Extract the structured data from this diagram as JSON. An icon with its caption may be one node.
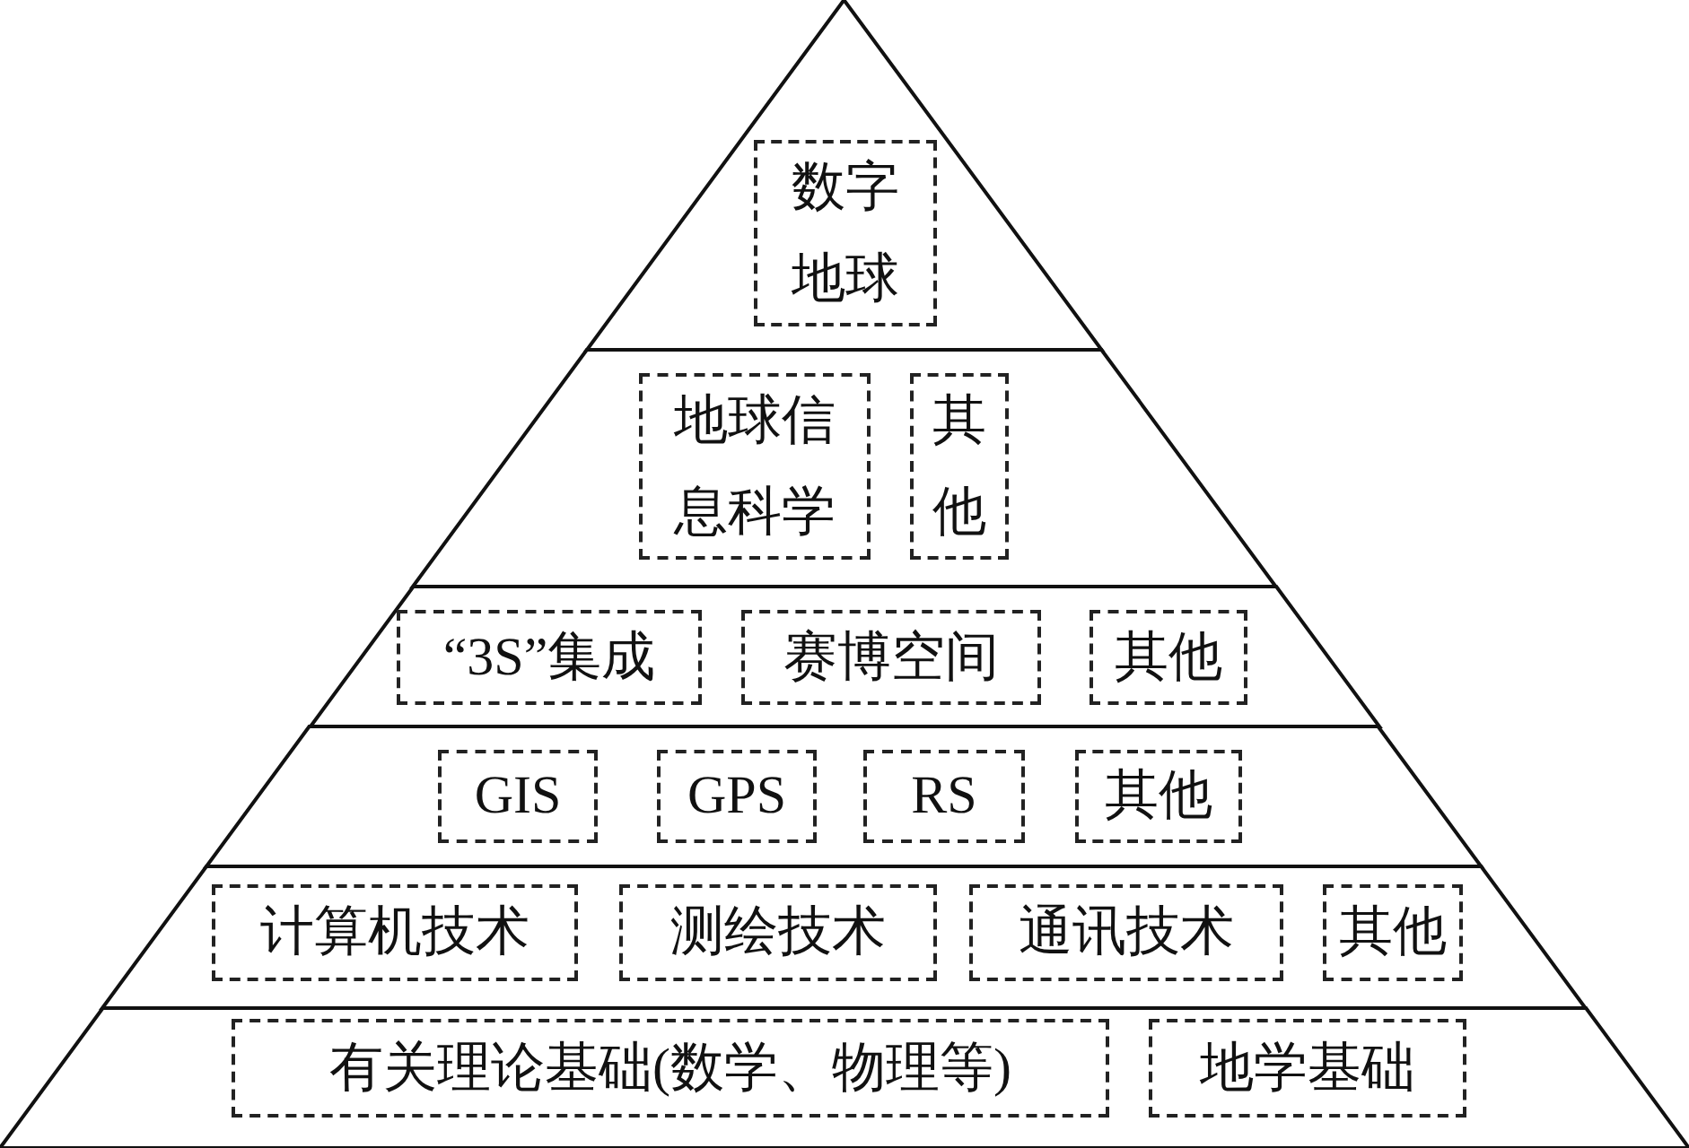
{
  "diagram": {
    "nodes": [
      {
        "text": [],
        "shape": "triangle"
      },
      {
        "text": [
          "数字地球"
        ],
        "in": 0
      },
      {
        "text": [],
        "shape": "band"
      },
      {
        "text": [
          "地球信息科学"
        ],
        "in": 2
      },
      {
        "text": [
          "其他"
        ],
        "in": 2
      },
      {
        "text": [],
        "shape": "band"
      },
      {
        "text": [
          "“3S”集成"
        ],
        "in": 5
      },
      {
        "text": [
          "赛博空间"
        ],
        "in": 5
      },
      {
        "text": [
          "其他"
        ],
        "in": 5
      },
      {
        "text": [],
        "shape": "band"
      },
      {
        "text": [
          "GIS"
        ],
        "in": 9
      },
      {
        "text": [
          "GPS"
        ],
        "in": 9
      },
      {
        "text": [
          "RS"
        ],
        "in": 9
      },
      {
        "text": [
          "其他"
        ],
        "in": 9
      },
      {
        "text": [],
        "shape": "band"
      },
      {
        "text": [
          "计算机技术"
        ],
        "in": 14
      },
      {
        "text": [
          "测绘技术"
        ],
        "in": 14
      },
      {
        "text": [
          "通讯技术"
        ],
        "in": 14
      },
      {
        "text": [
          "其他"
        ],
        "in": 14
      },
      {
        "text": [],
        "shape": "band"
      },
      {
        "text": [
          "有关理论基础(数学、物理等)"
        ],
        "in": 19
      },
      {
        "text": [
          "地学基础"
        ],
        "in": 19
      }
    ]
  }
}
